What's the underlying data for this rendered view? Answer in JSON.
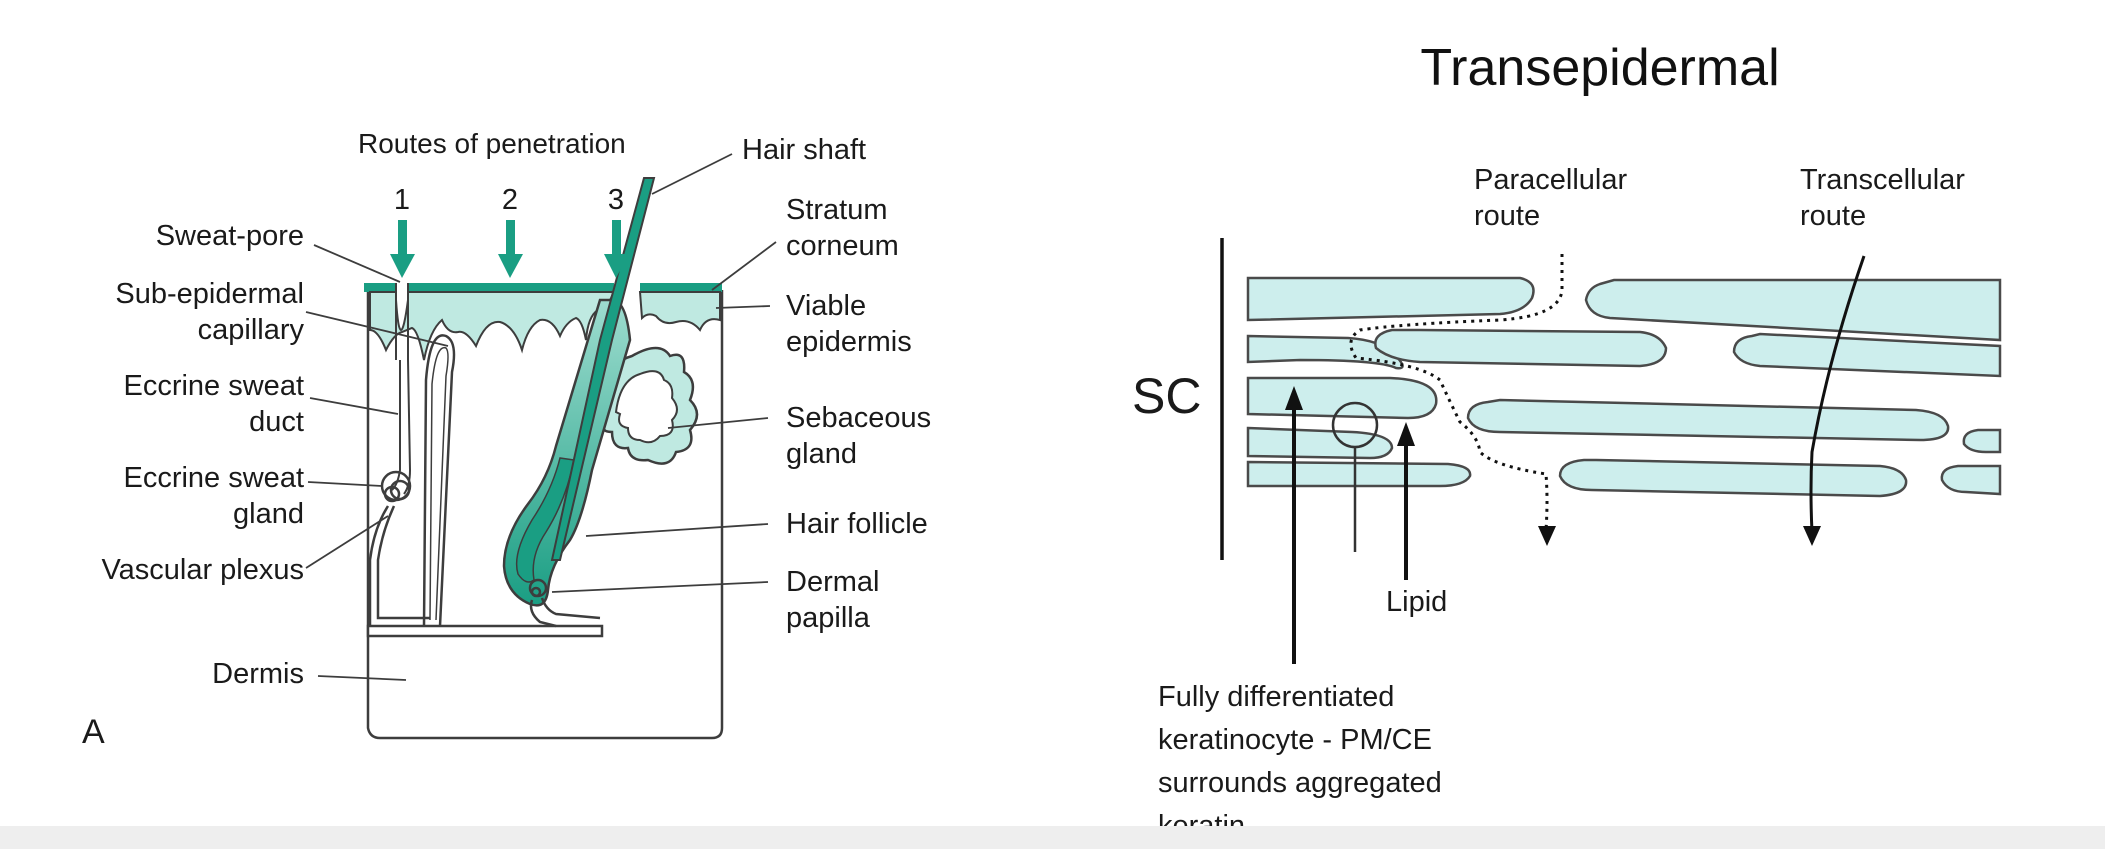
{
  "left_panel": {
    "heading": "Routes of penetration",
    "route_numbers": [
      "1",
      "2",
      "3"
    ],
    "labels": {
      "sweat_pore": "Sweat-pore",
      "sub_epidermal_capillary": "Sub-epidermal\ncapillary",
      "eccrine_sweat_duct": "Eccrine sweat\nduct",
      "eccrine_sweat_gland": "Eccrine sweat\ngland",
      "vascular_plexus": "Vascular plexus",
      "dermis": "Dermis",
      "hair_shaft": "Hair shaft",
      "stratum_corneum": "Stratum\ncorneum",
      "viable_epidermis": "Viable\nepidermis",
      "sebaceous_gland": "Sebaceous\ngland",
      "hair_follicle": "Hair follicle",
      "dermal_papilla": "Dermal\npapilla"
    },
    "panel_letter": "A"
  },
  "right_panel": {
    "title": "Transepidermal",
    "sc_label": "SC",
    "paracellular_route": "Paracellular\nroute",
    "transcellular_route": "Transcellular\nroute",
    "lipid": "Lipid",
    "keratinocyte_note": "Fully differentiated\nkeratinocyte - PM/CE\nsurrounds aggregated\nkeratin"
  },
  "colors": {
    "teal": "#1a9e83",
    "teal_light": "#bfe9e1",
    "cell_fill": "#cdeeed",
    "outline": "#3d3d3d"
  }
}
